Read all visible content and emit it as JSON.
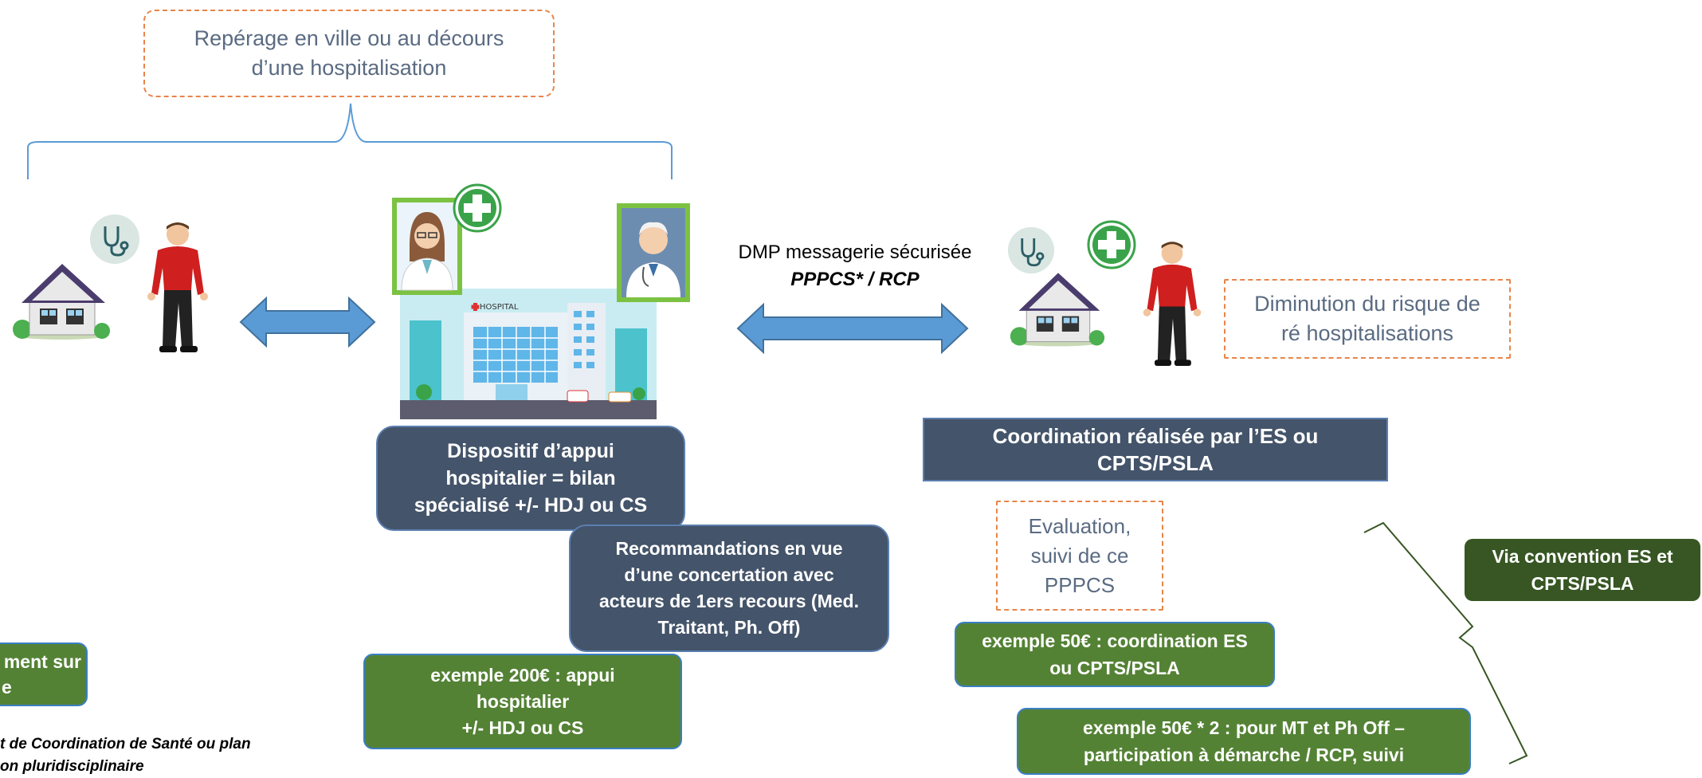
{
  "top_box": {
    "line1": "Repérage en ville ou au décours",
    "line2": "d’une hospitalisation"
  },
  "messaging": {
    "line1": "DMP messagerie sécurisée",
    "line2": "PPPCS* / RCP"
  },
  "risk_box": {
    "line1": "Diminution du risque de",
    "line2": "ré hospitalisations"
  },
  "hospital_box": {
    "line1": "Dispositif d’appui",
    "line2": "hospitalier = bilan",
    "line3": "spécialisé +/- HDJ ou CS"
  },
  "recommend_box": {
    "line1": "Recommandations en vue",
    "line2": "d’une concertation avec",
    "line3": "acteurs de 1ers recours (Med.",
    "line4": "Traitant, Ph. Off)"
  },
  "example_200": {
    "line1": "exemple 200€ : appui",
    "line2": "hospitalier",
    "line3": "+/- HDJ ou CS"
  },
  "coordination_box": {
    "line1": "Coordination réalisée par l’ES ou",
    "line2": "CPTS/PSLA"
  },
  "evaluation_box": {
    "line1": "Evaluation,",
    "line2": "suivi de ce",
    "line3": "PPPCS"
  },
  "example_50": {
    "line1": "exemple 50€ : coordination ES",
    "line2": "ou CPTS/PSLA"
  },
  "example_50x2": {
    "line1": "exemple 50€ * 2 : pour MT et Ph Off –",
    "line2": "participation à démarche / RCP, suivi"
  },
  "convention_box": {
    "line1": "Via convention ES et",
    "line2": "CPTS/PSLA"
  },
  "left_green_box": {
    "line1": "ment sur",
    "line2": "e"
  },
  "footnote": {
    "line1": "t de Coordination de Santé ou  plan",
    "line2": "on pluridisciplinaire"
  },
  "hospital_sign": "HOSPITAL",
  "icons": [
    "house-icon",
    "stethoscope-icon",
    "man-icon",
    "pharmacy-cross-icon",
    "pharmacist-portrait-icon",
    "doctor-portrait-icon",
    "hospital-building-icon",
    "double-arrow-icon"
  ],
  "colors": {
    "navy": "#44546a",
    "green": "#548235",
    "dark_green": "#375623",
    "arrow_blue": "#5b9bd5",
    "dash_orange": "#e8854a"
  }
}
